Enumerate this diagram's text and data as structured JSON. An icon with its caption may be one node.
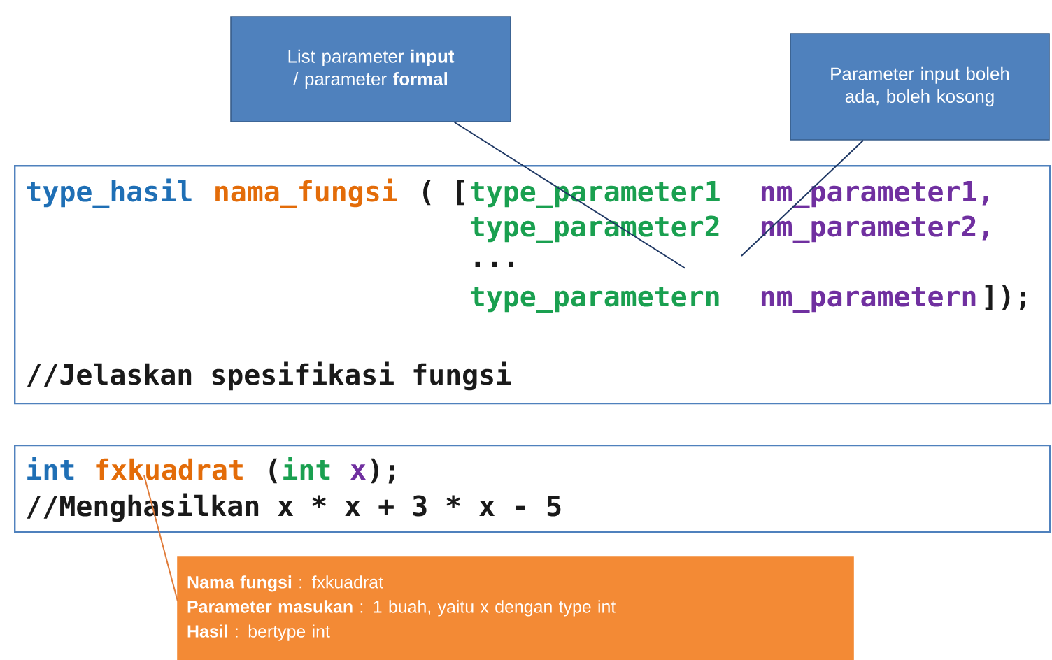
{
  "diagram": {
    "nodes": [
      {
        "text": [
          "List parameter **input** / parameter **formal**"
        ]
      },
      {
        "text": [
          "Parameter input boleh ada, boleh kosong"
        ]
      },
      {
        "text": [
          "type_hasil",
          "nama_fungsi",
          "( [",
          "type_parameter1",
          "nm_parameter1,",
          "type_parameter2",
          "nm_parameter2,",
          "...",
          "type_parametern",
          "nm_parametern",
          "]);",
          "//Jelaskan spesifikasi fungsi"
        ]
      },
      {
        "text": [
          "int",
          "fxkuadrat",
          "(",
          "int",
          "x",
          ");",
          "//Menghasilkan x * x + 3 * x - 5"
        ]
      },
      {
        "text": [
          "**Nama fungsi** : fxkuadrat",
          "**Parameter masukan** : 1 buah, yaitu x dengan type int",
          "**Hasil** : bertype int"
        ]
      }
    ],
    "edges": [
      {
        "from": 0,
        "to": 2,
        "arrow": "none"
      },
      {
        "from": 1,
        "to": 2,
        "arrow": "none"
      },
      {
        "from": 4,
        "to": 3,
        "arrow": "none",
        "color": "#e07b39"
      }
    ]
  }
}
